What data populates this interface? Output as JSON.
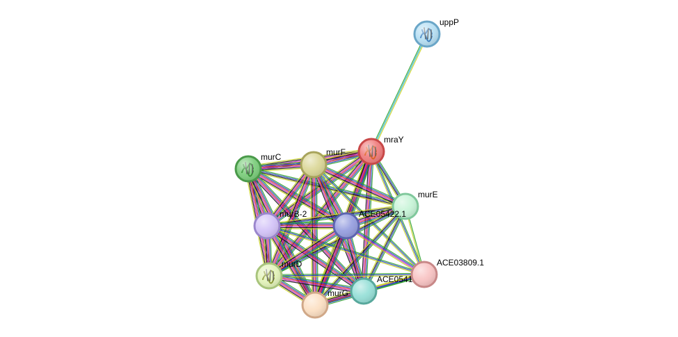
{
  "network": {
    "edge_colors": [
      "#2ca02c",
      "#1f3fbf",
      "#d62728",
      "#c020c0",
      "#111111",
      "#c8d020",
      "#20b0d0",
      "#3040ff"
    ],
    "nodes": [
      {
        "id": "uppP",
        "label": "uppP",
        "fill": "#b8e0f4",
        "stroke": "#6aa6c8",
        "has_structure": true
      },
      {
        "id": "mraY",
        "label": "mraY",
        "fill": "#f08080",
        "stroke": "#c84848",
        "has_structure": true
      },
      {
        "id": "murC",
        "label": "murC",
        "fill": "#7fcf7f",
        "stroke": "#4a9a4a",
        "has_structure": true
      },
      {
        "id": "murF",
        "label": "murF",
        "fill": "#dcd89a",
        "stroke": "#a8a45c",
        "has_structure": false
      },
      {
        "id": "murE",
        "label": "murE",
        "fill": "#c8f4d8",
        "stroke": "#80c89c",
        "has_structure": false
      },
      {
        "id": "murB-2",
        "label": "murB-2",
        "fill": "#d4c4f8",
        "stroke": "#9a86cc",
        "has_structure": false
      },
      {
        "id": "ACE05422.1",
        "label": "ACE05422.1",
        "fill": "#98a0e0",
        "stroke": "#5c64b0",
        "has_structure": false
      },
      {
        "id": "murD",
        "label": "murD",
        "fill": "#e4f4bc",
        "stroke": "#a8c47c",
        "has_structure": true
      },
      {
        "id": "ACE03809.1",
        "label": "ACE03809.1",
        "fill": "#f8c4c4",
        "stroke": "#c88888",
        "has_structure": false
      },
      {
        "id": "ACE0541",
        "label": "ACE0541",
        "fill": "#98e0d8",
        "stroke": "#58a89c",
        "has_structure": false
      },
      {
        "id": "murG",
        "label": "murG",
        "fill": "#fce0c4",
        "stroke": "#d0a888",
        "has_structure": false
      }
    ],
    "edges": [
      {
        "source": "uppP",
        "target": "mraY",
        "types": [
          5,
          6,
          0
        ]
      },
      {
        "source": "mraY",
        "target": "murC",
        "types": [
          0,
          1,
          2,
          3,
          4,
          5
        ]
      },
      {
        "source": "mraY",
        "target": "murF",
        "types": [
          0,
          1,
          2,
          3,
          4,
          5
        ]
      },
      {
        "source": "mraY",
        "target": "murE",
        "types": [
          0,
          1,
          4,
          5
        ]
      },
      {
        "source": "mraY",
        "target": "murB-2",
        "types": [
          0,
          1,
          2,
          3,
          4,
          5
        ]
      },
      {
        "source": "mraY",
        "target": "ACE05422.1",
        "types": [
          0,
          1,
          2,
          3,
          4,
          5
        ]
      },
      {
        "source": "mraY",
        "target": "murD",
        "types": [
          0,
          1,
          2,
          3,
          4,
          5
        ]
      },
      {
        "source": "mraY",
        "target": "ACE03809.1",
        "types": [
          0,
          1,
          5
        ]
      },
      {
        "source": "mraY",
        "target": "ACE0541",
        "types": [
          0,
          1,
          2,
          3,
          4
        ]
      },
      {
        "source": "mraY",
        "target": "murG",
        "types": [
          0,
          1,
          2,
          3,
          4,
          5
        ]
      },
      {
        "source": "murC",
        "target": "murF",
        "types": [
          0,
          1,
          2,
          3,
          4,
          5
        ]
      },
      {
        "source": "murC",
        "target": "murE",
        "types": [
          0,
          1,
          4,
          5
        ]
      },
      {
        "source": "murC",
        "target": "murB-2",
        "types": [
          0,
          1,
          2,
          3,
          4,
          5
        ]
      },
      {
        "source": "murC",
        "target": "ACE05422.1",
        "types": [
          0,
          1,
          2,
          3,
          4,
          5
        ]
      },
      {
        "source": "murC",
        "target": "murD",
        "types": [
          0,
          1,
          2,
          3,
          4,
          5
        ]
      },
      {
        "source": "murC",
        "target": "ACE0541",
        "types": [
          0,
          1,
          2,
          3,
          4
        ]
      },
      {
        "source": "murC",
        "target": "murG",
        "types": [
          0,
          1,
          2,
          3,
          4,
          5
        ]
      },
      {
        "source": "murF",
        "target": "murE",
        "types": [
          0,
          1,
          2,
          3,
          4,
          5
        ]
      },
      {
        "source": "murF",
        "target": "murB-2",
        "types": [
          0,
          1,
          2,
          3,
          4,
          5
        ]
      },
      {
        "source": "murF",
        "target": "ACE05422.1",
        "types": [
          0,
          1,
          2,
          3,
          4,
          5
        ]
      },
      {
        "source": "murF",
        "target": "murD",
        "types": [
          0,
          1,
          2,
          3,
          4,
          5
        ]
      },
      {
        "source": "murF",
        "target": "ACE03809.1",
        "types": [
          0,
          1,
          5
        ]
      },
      {
        "source": "murF",
        "target": "ACE0541",
        "types": [
          0,
          1,
          2,
          3,
          4
        ]
      },
      {
        "source": "murF",
        "target": "murG",
        "types": [
          0,
          1,
          2,
          3,
          4,
          5
        ]
      },
      {
        "source": "murE",
        "target": "murB-2",
        "types": [
          0,
          1,
          4,
          5
        ]
      },
      {
        "source": "murE",
        "target": "ACE05422.1",
        "types": [
          0,
          1,
          2,
          3,
          4,
          5
        ]
      },
      {
        "source": "murE",
        "target": "murD",
        "types": [
          0,
          1,
          4,
          5
        ]
      },
      {
        "source": "murE",
        "target": "ACE03809.1",
        "types": [
          0,
          5
        ]
      },
      {
        "source": "murE",
        "target": "ACE0541",
        "types": [
          0,
          1,
          4,
          5
        ]
      },
      {
        "source": "murE",
        "target": "murG",
        "types": [
          0,
          1,
          4,
          5
        ]
      },
      {
        "source": "murB-2",
        "target": "ACE05422.1",
        "types": [
          0,
          1,
          2,
          3,
          4,
          5
        ]
      },
      {
        "source": "murB-2",
        "target": "murD",
        "types": [
          0,
          1,
          2,
          3,
          4,
          5
        ]
      },
      {
        "source": "murB-2",
        "target": "ACE03809.1",
        "types": [
          0,
          1,
          5
        ]
      },
      {
        "source": "murB-2",
        "target": "ACE0541",
        "types": [
          0,
          1,
          2,
          3,
          4
        ]
      },
      {
        "source": "murB-2",
        "target": "murG",
        "types": [
          0,
          1,
          2,
          3,
          4,
          5
        ]
      },
      {
        "source": "ACE05422.1",
        "target": "murD",
        "types": [
          0,
          1,
          2,
          3,
          4,
          5
        ]
      },
      {
        "source": "ACE05422.1",
        "target": "ACE03809.1",
        "types": [
          0,
          1,
          3,
          5
        ]
      },
      {
        "source": "ACE05422.1",
        "target": "ACE0541",
        "types": [
          0,
          1,
          2,
          3,
          4
        ]
      },
      {
        "source": "ACE05422.1",
        "target": "murG",
        "types": [
          0,
          1,
          2,
          3,
          4,
          5
        ]
      },
      {
        "source": "murD",
        "target": "ACE03809.1",
        "types": [
          0,
          1,
          5
        ]
      },
      {
        "source": "murD",
        "target": "ACE0541",
        "types": [
          0,
          1,
          2,
          3,
          4
        ]
      },
      {
        "source": "murD",
        "target": "murG",
        "types": [
          0,
          1,
          2,
          3,
          4,
          5
        ]
      },
      {
        "source": "ACE03809.1",
        "target": "ACE0541",
        "types": [
          0,
          1,
          3,
          5
        ]
      },
      {
        "source": "ACE03809.1",
        "target": "murG",
        "types": [
          0,
          1,
          5
        ]
      },
      {
        "source": "ACE0541",
        "target": "murG",
        "types": [
          0,
          1,
          2,
          3,
          4,
          5
        ]
      }
    ]
  }
}
